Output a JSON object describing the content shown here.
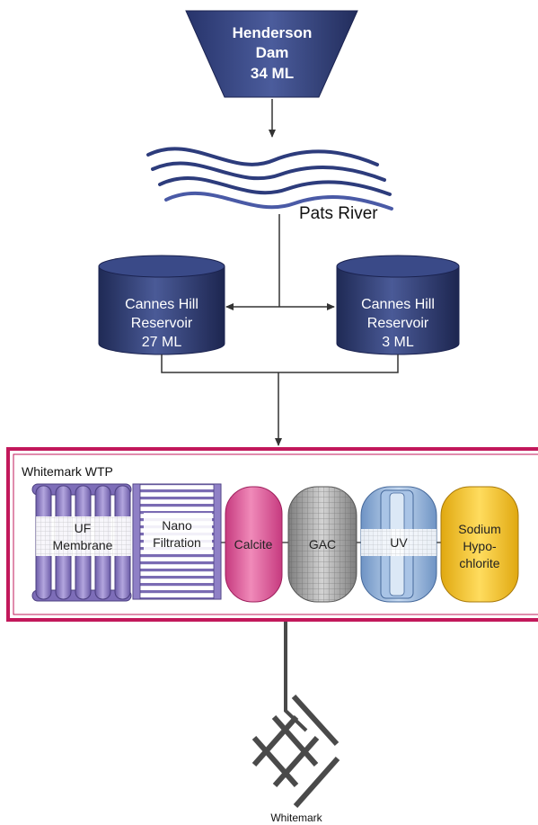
{
  "dam": {
    "line1": "Henderson",
    "line2": "Dam",
    "line3": "34 ML"
  },
  "river": {
    "label": "Pats River"
  },
  "reservoir_left": {
    "line1": "Cannes Hill",
    "line2": "Reservoir",
    "line3": "27 ML"
  },
  "reservoir_right": {
    "line1": "Cannes Hill",
    "line2": "Reservoir",
    "line3": "3 ML"
  },
  "plant": {
    "title": "Whitemark WTP"
  },
  "stages": {
    "uf": {
      "line1": "UF",
      "line2": "Membrane"
    },
    "nano": {
      "line1": "Nano",
      "line2": "Filtration"
    },
    "calcite": {
      "line1": "Calcite"
    },
    "gac": {
      "line1": "GAC"
    },
    "uv": {
      "line1": "UV"
    },
    "sodium": {
      "line1": "Sodium",
      "line2": "Hypo-",
      "line3": "chlorite"
    }
  },
  "town": {
    "label": "Whitemark"
  },
  "colors": {
    "navy": "#2f3a6e",
    "plant_border": "#c2185b",
    "uf": "#8f7fc2",
    "calcite": "#e0559a",
    "gac": "#9a9a9a",
    "uv": "#8fb1d8",
    "sodium": "#f3c01f"
  }
}
